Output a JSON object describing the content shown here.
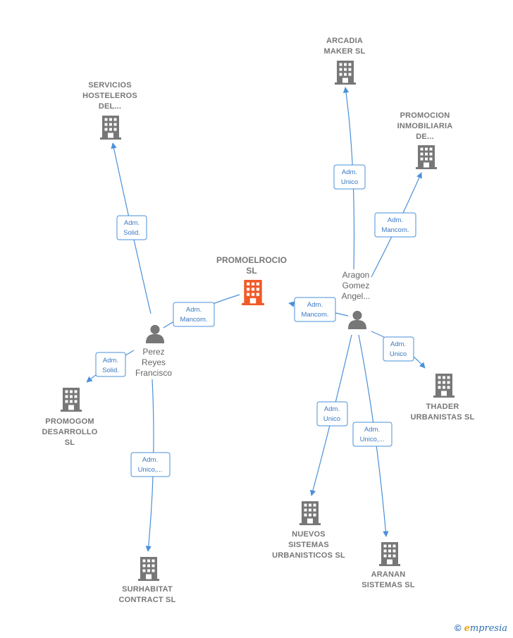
{
  "center": {
    "label_lines": [
      "PROMOELROCIO",
      "SL"
    ],
    "color": "#f05a28"
  },
  "companies": [
    {
      "id": "arcadia",
      "label_lines": [
        "ARCADIA",
        "MAKER  SL"
      ]
    },
    {
      "id": "servicios",
      "label_lines": [
        "SERVICIOS",
        "HOSTELEROS",
        "DEL..."
      ]
    },
    {
      "id": "promocion",
      "label_lines": [
        "PROMOCION",
        "INMOBILIARIA",
        "DE..."
      ]
    },
    {
      "id": "promogom",
      "label_lines": [
        "PROMOGOM",
        "DESARROLLO",
        "SL"
      ]
    },
    {
      "id": "thader",
      "label_lines": [
        "THADER",
        "URBANISTAS SL"
      ]
    },
    {
      "id": "nuevos",
      "label_lines": [
        "NUEVOS",
        "SISTEMAS",
        "URBANISTICOS SL"
      ]
    },
    {
      "id": "aranan",
      "label_lines": [
        "ARANAN",
        "SISTEMAS  SL"
      ]
    },
    {
      "id": "surhabitat",
      "label_lines": [
        "SURHABITAT",
        "CONTRACT  SL"
      ]
    }
  ],
  "persons": [
    {
      "id": "perez",
      "label_lines": [
        "Perez",
        "Reyes",
        "Francisco"
      ]
    },
    {
      "id": "aragon",
      "label_lines": [
        "Aragon",
        "Gomez",
        "Angel..."
      ]
    }
  ],
  "relations": [
    {
      "id": "r1",
      "lines": [
        "Adm.",
        "Solid."
      ]
    },
    {
      "id": "r2",
      "lines": [
        "Adm.",
        "Mancom."
      ]
    },
    {
      "id": "r3",
      "lines": [
        "Adm.",
        "Solid."
      ]
    },
    {
      "id": "r4",
      "lines": [
        "Adm.",
        "Unico,..."
      ]
    },
    {
      "id": "r5",
      "lines": [
        "Adm.",
        "Unico"
      ]
    },
    {
      "id": "r6",
      "lines": [
        "Adm.",
        "Mancom."
      ]
    },
    {
      "id": "r7",
      "lines": [
        "Adm.",
        "Mancom."
      ]
    },
    {
      "id": "r8",
      "lines": [
        "Adm.",
        "Unico"
      ]
    },
    {
      "id": "r9",
      "lines": [
        "Adm.",
        "Unico"
      ]
    },
    {
      "id": "r10",
      "lines": [
        "Adm.",
        "Unico,..."
      ]
    }
  ],
  "colors": {
    "edge": "#4a90d9",
    "building": "#777777",
    "person": "#777777"
  },
  "footer": {
    "symbol": "©",
    "brand_initial": "e",
    "brand_rest": "mpresia"
  }
}
